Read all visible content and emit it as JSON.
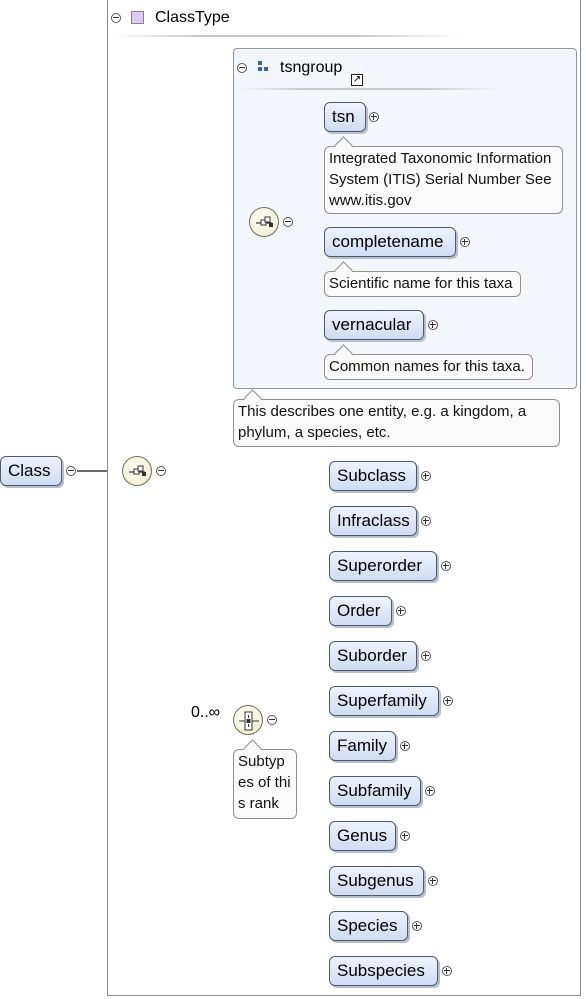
{
  "root": {
    "label": "Class"
  },
  "type": {
    "label": "ClassType"
  },
  "group": {
    "label": "tsngroup",
    "doc": "This describes one entity, e.g. a kingdom, a phylum, a species, etc.",
    "elements": [
      {
        "label": "tsn",
        "doc": "Integrated Taxonomic Information System (ITIS) Serial Number See www.itis.gov"
      },
      {
        "label": "completename",
        "doc": "Scientific name for this taxa"
      },
      {
        "label": "vernacular",
        "doc": "Common names for this taxa."
      }
    ]
  },
  "choice": {
    "cardinality": "0..∞",
    "doc": "Subtypes of this rank",
    "elements": [
      "Subclass",
      "Infraclass",
      "Superorder",
      "Order",
      "Suborder",
      "Superfamily",
      "Family",
      "Subfamily",
      "Genus",
      "Subgenus",
      "Species",
      "Subspecies"
    ]
  },
  "icons": {
    "collapse": "minus-circle-icon",
    "expand": "plus-circle-icon",
    "sequence": "sequence-compositor-icon",
    "choice": "choice-compositor-icon",
    "type": "complex-type-icon",
    "group": "group-icon",
    "link": "external-link-icon"
  },
  "colors": {
    "element_fill": "#d5e1f5",
    "compositor_fill": "#f4f1d8",
    "group_fill": "#f3f6fa",
    "connector": "#6b6b6b"
  }
}
